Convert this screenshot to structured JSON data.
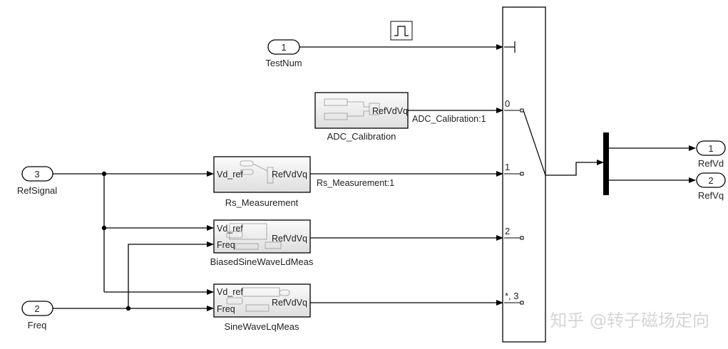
{
  "ports": {
    "in_testnum": {
      "num": "1",
      "label": "TestNum"
    },
    "in_refsignal": {
      "num": "3",
      "label": "RefSignal"
    },
    "in_freq": {
      "num": "2",
      "label": "Freq"
    },
    "out_refvd": {
      "num": "1",
      "label": "RefVd"
    },
    "out_refvq": {
      "num": "2",
      "label": "RefVq"
    }
  },
  "blocks": {
    "adc": {
      "name": "ADC_Calibration",
      "out_port": "RefVdVq",
      "signal": "ADC_Calibration:1"
    },
    "rs": {
      "name": "Rs_Measurement",
      "in_port": "Vd_ref",
      "out_port": "RefVdVq",
      "signal": "Rs_Measurement:1"
    },
    "biased": {
      "name": "BiasedSineWaveLdMeas",
      "in_port1": "Vd_ref",
      "in_port2": "Freq",
      "out_port": "RefVdVq"
    },
    "sine": {
      "name": "SineWaveLqMeas",
      "in_port1": "Vd_ref",
      "in_port2": "Freq",
      "out_port": "RefVdVq"
    }
  },
  "switch_case": {
    "case0": "0",
    "case1": "1",
    "case2": "2",
    "case3": "*, 3"
  },
  "watermark": "知乎 @转子磁场定向"
}
